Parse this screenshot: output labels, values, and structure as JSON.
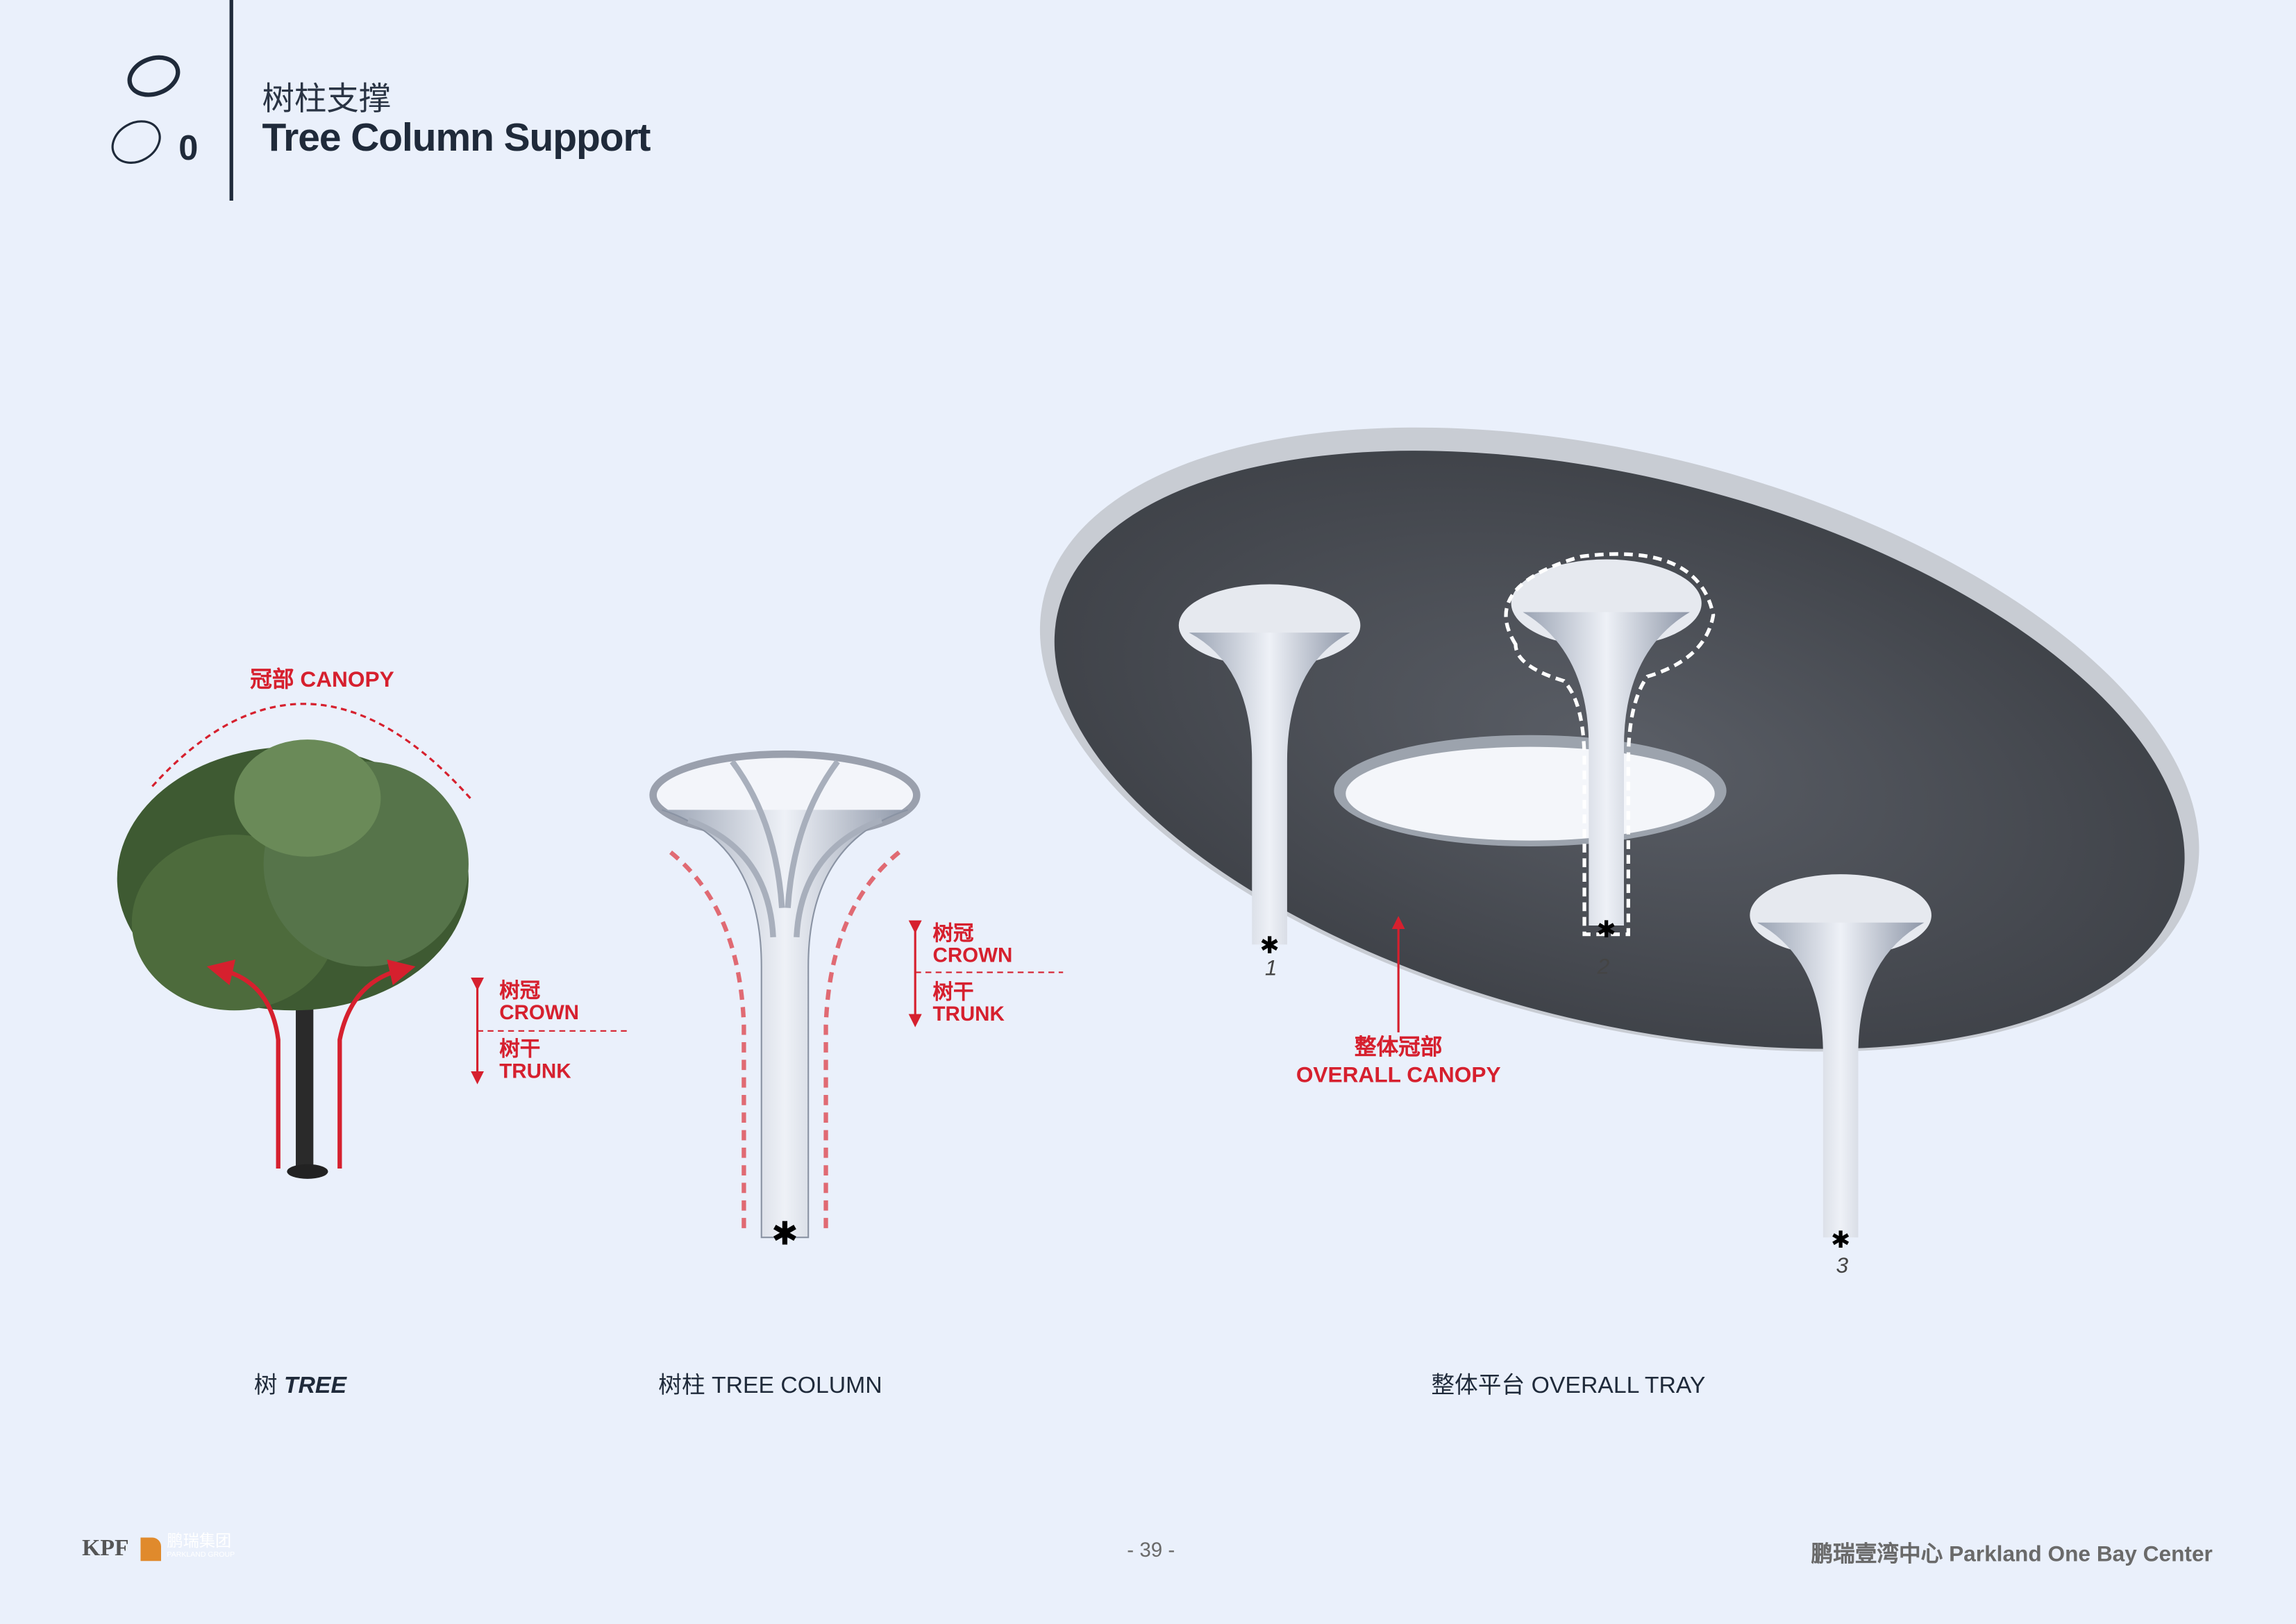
{
  "header": {
    "subtitle_cn": "树柱支撑",
    "title": "Tree Column Support",
    "section_marker": "0"
  },
  "tree": {
    "canopy_label": "冠部 CANOPY",
    "crown_cn": "树冠",
    "crown": "CROWN",
    "trunk_cn": "树干",
    "trunk": "TRUNK",
    "caption_cn": "树",
    "caption": "TREE"
  },
  "column": {
    "crown_cn": "树冠",
    "crown": "CROWN",
    "trunk_cn": "树干",
    "trunk": "TRUNK",
    "caption": "树柱 TREE COLUMN"
  },
  "tray": {
    "canopy_cn": "整体冠部",
    "canopy": "OVERALL CANOPY",
    "column_numbers": [
      "1",
      "2",
      "3"
    ],
    "caption": "整体平台 OVERALL TRAY"
  },
  "footer": {
    "logo_kpf": "KPF",
    "logo_parkland_cn": "鹏瑞集团",
    "logo_parkland": "PARKLAND GROUP",
    "page": "- 39 -",
    "project": "鹏瑞壹湾中心 Parkland One Bay Center"
  },
  "colors": {
    "accent": "#d6202e",
    "text": "#1f2a3a",
    "background": "#eaf0fb"
  }
}
